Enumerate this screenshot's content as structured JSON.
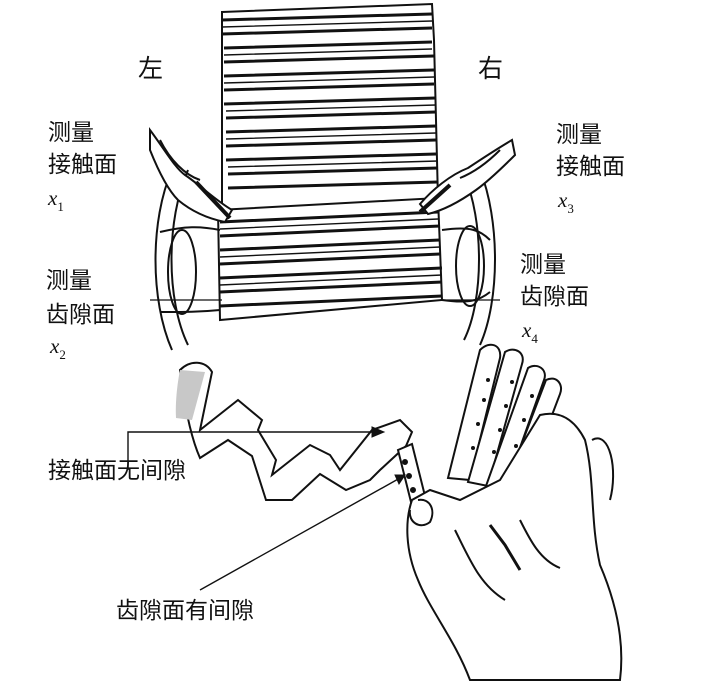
{
  "labels": {
    "left": "左",
    "right": "右",
    "x1_text_line1": "测量",
    "x1_text_line2": "接触面",
    "x1_var": "x",
    "x1_sub": "1",
    "x2_text_line1": "测量",
    "x2_text_line2": "齿隙面",
    "x2_var": "x",
    "x2_sub": "2",
    "x3_text_line1": "测量",
    "x3_text_line2": "接触面",
    "x3_var": "x",
    "x3_sub": "3",
    "x4_text_line1": "测量",
    "x4_text_line2": "齿隙面",
    "x4_var": "x",
    "x4_sub": "4",
    "no_gap": "接触面无间隙",
    "has_gap": "齿隙面有间隙"
  },
  "colors": {
    "ink": "#111111",
    "shade": "#c8c8c8"
  }
}
